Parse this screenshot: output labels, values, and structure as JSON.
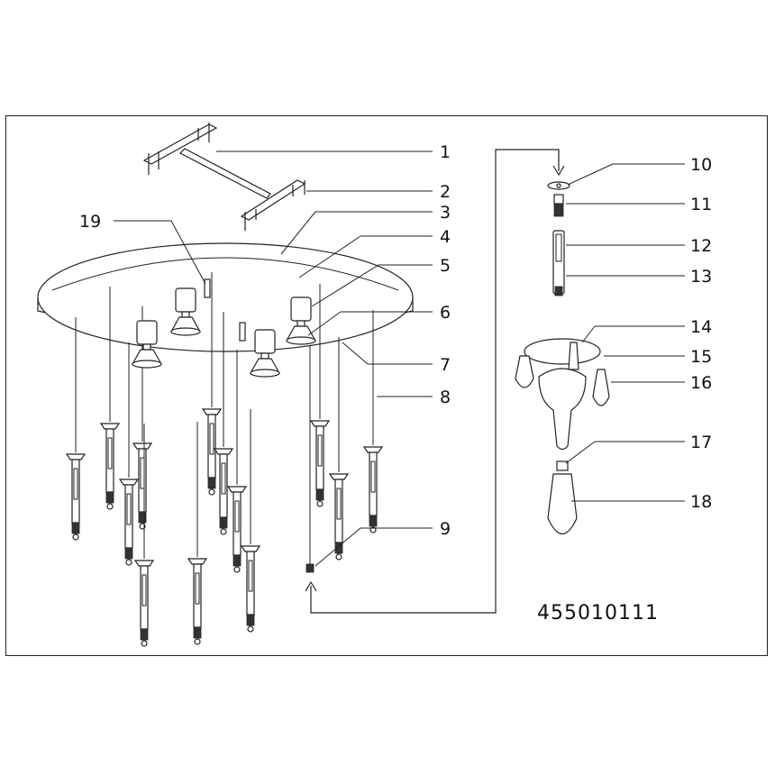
{
  "diagram": {
    "model_number": "455010111",
    "callouts": [
      "1",
      "2",
      "3",
      "4",
      "5",
      "6",
      "7",
      "8",
      "9",
      "10",
      "11",
      "12",
      "13",
      "14",
      "15",
      "16",
      "17",
      "18",
      "19"
    ]
  }
}
